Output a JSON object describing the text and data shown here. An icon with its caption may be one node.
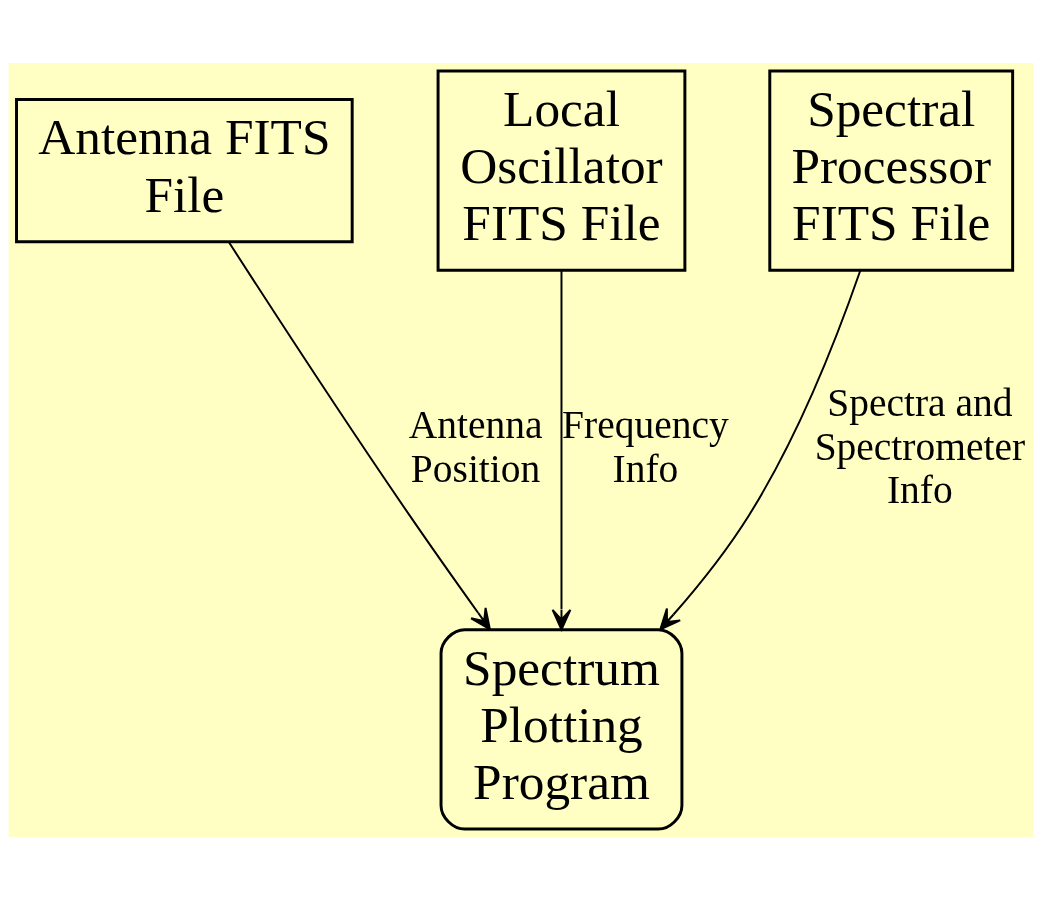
{
  "diagram": {
    "nodes": [
      {
        "text": [
          "Antenna FITS File"
        ]
      },
      {
        "text": [
          "Local Oscillator FITS File"
        ]
      },
      {
        "text": [
          "Spectral Processor FITS File"
        ]
      },
      {
        "text": [
          "Spectrum Plotting Program"
        ]
      }
    ],
    "edges": [
      {
        "from": 0,
        "to": 3,
        "arrow": "to",
        "label": "Antenna Position"
      },
      {
        "from": 1,
        "to": 3,
        "arrow": "to",
        "label": "Frequency Info"
      },
      {
        "from": 2,
        "to": 3,
        "arrow": "to",
        "label": "Spectra and Spectrometer Info"
      }
    ]
  }
}
